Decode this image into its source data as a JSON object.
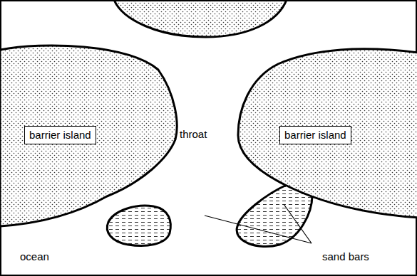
{
  "diagram": {
    "nodes": [
      {
        "text": [
          "barrier island"
        ]
      },
      {
        "text": [
          "barrier island"
        ]
      }
    ],
    "labels": [
      "throat",
      "ocean",
      "sand bars"
    ]
  }
}
